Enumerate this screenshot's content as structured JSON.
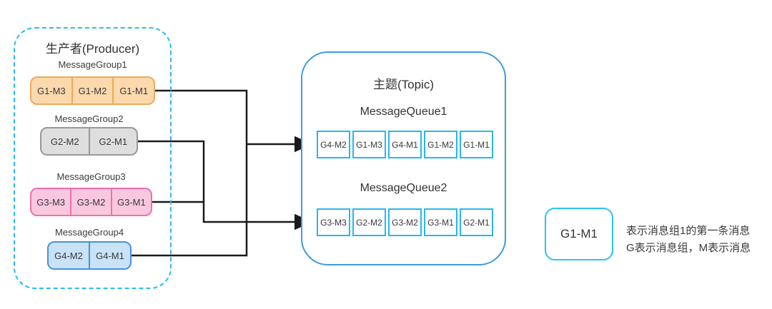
{
  "producer": {
    "title": "生产者(Producer)",
    "groups": [
      {
        "label": "MessageGroup1",
        "cells": [
          "G1-M3",
          "G1-M2",
          "G1-M1"
        ],
        "fill": "#FBD9AD",
        "border": "#F0A95C"
      },
      {
        "label": "MessageGroup2",
        "cells": [
          "G2-M2",
          "G2-M1"
        ],
        "fill": "#DEDEDE",
        "border": "#999999"
      },
      {
        "label": "MessageGroup3",
        "cells": [
          "G3-M3",
          "G3-M2",
          "G3-M1"
        ],
        "fill": "#FAC8DE",
        "border": "#F06EAE"
      },
      {
        "label": "MessageGroup4",
        "cells": [
          "G4-M2",
          "G4-M1"
        ],
        "fill": "#C9E2F8",
        "border": "#4A90D9"
      }
    ]
  },
  "topic": {
    "title": "主题(Topic)",
    "queues": [
      {
        "label": "MessageQueue1",
        "cells": [
          "G4-M2",
          "G1-M3",
          "G4-M1",
          "G1-M2",
          "G1-M1"
        ]
      },
      {
        "label": "MessageQueue2",
        "cells": [
          "G3-M3",
          "G2-M2",
          "G3-M2",
          "G3-M1",
          "G2-M1"
        ]
      }
    ]
  },
  "legend": {
    "box_label": "G1-M1",
    "line1": "表示消息组1的第一条消息",
    "line2": "G表示消息组，M表示消息"
  },
  "flows": [
    {
      "from": "MessageGroup1",
      "to": "MessageQueue1"
    },
    {
      "from": "MessageGroup4",
      "to": "MessageQueue1"
    },
    {
      "from": "MessageGroup2",
      "to": "MessageQueue2"
    },
    {
      "from": "MessageGroup3",
      "to": "MessageQueue2"
    }
  ],
  "colors": {
    "producer_border": "#2EB9F2",
    "topic_border": "#3E9AE0",
    "queue_cell_border": "#29B6F0",
    "legend_border": "#2CC2F2",
    "arrow": "#1A1A1A"
  }
}
